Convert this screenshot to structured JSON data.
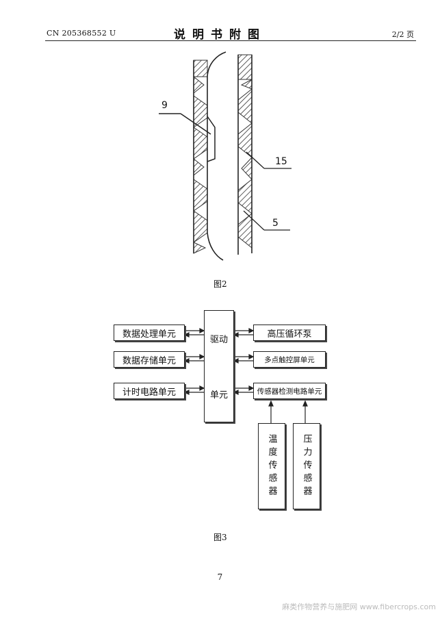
{
  "header": {
    "patent_no": "CN 205368552 U",
    "title": "说明书附图",
    "page": "2/2 页"
  },
  "figure2": {
    "caption": "图2",
    "labels": {
      "l9": "9",
      "l15": "15",
      "l5": "5"
    }
  },
  "figure3": {
    "caption": "图3",
    "left_boxes": [
      "数据处理单元",
      "数据存储单元",
      "计时电路单元"
    ],
    "center_box": {
      "top": "驱动",
      "bottom": "单元"
    },
    "right_boxes": [
      "高压循环泵",
      "多点触控屏单元",
      "传感器检测电路单元"
    ],
    "sensors": [
      "温度传感器",
      "压力传感器"
    ]
  },
  "page_number": "7",
  "watermark": "麻类作物营养与施肥网 www.fibercrops.com"
}
